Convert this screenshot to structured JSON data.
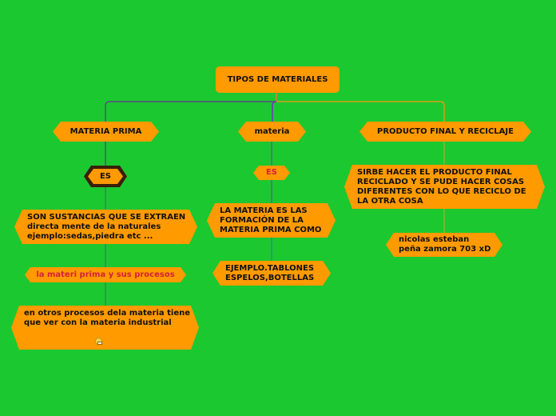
{
  "diagram": {
    "type": "mind-map",
    "background_color": "#1cc82f",
    "node_color": "#ff9a00",
    "root": {
      "label": "TIPOS DE MATERIALES"
    },
    "branches": [
      {
        "label": "MATERIA PRIMA",
        "connector_color": "#5a4a8a",
        "children": [
          {
            "label": "ES",
            "style": "outlined-dark"
          },
          {
            "label": "SON SUSTANCIAS QUE SE EXTRAEN\ndirecta mente de la naturales\nejemplo:sedas,piedra etc ..."
          },
          {
            "label": "la materi prima y sus procesos",
            "text_color": "#d4213a"
          },
          {
            "label": "en otros procesos dela materia tiene\nque ver con la materia industrial",
            "icon": "grinning-emoji-icon"
          }
        ]
      },
      {
        "label": "materia",
        "connector_color": "#7a2fd0",
        "children": [
          {
            "label": "ES",
            "text_color": "#d4213a"
          },
          {
            "label": "LA MATERIA ES LAS\nFORMACIÓN DE LA\nMATERIA PRIMA COMO"
          },
          {
            "label": "EJEMPLO.TABLONES\nESPELOS,BOTELLAS"
          }
        ]
      },
      {
        "label": "PRODUCTO FINAL Y RECICLAJE",
        "connector_color": "#d4a017",
        "children": [
          {
            "label": "SIRBE HACER EL PRODUCTO FINAL\nRECICLADO Y SE PUDE HACER COSAS\n DIFERENTES CON LO QUE RECICLO DE\nLA OTRA COSA"
          },
          {
            "label": "nicolas esteban\npeña zamora 703 xD"
          }
        ]
      }
    ]
  }
}
